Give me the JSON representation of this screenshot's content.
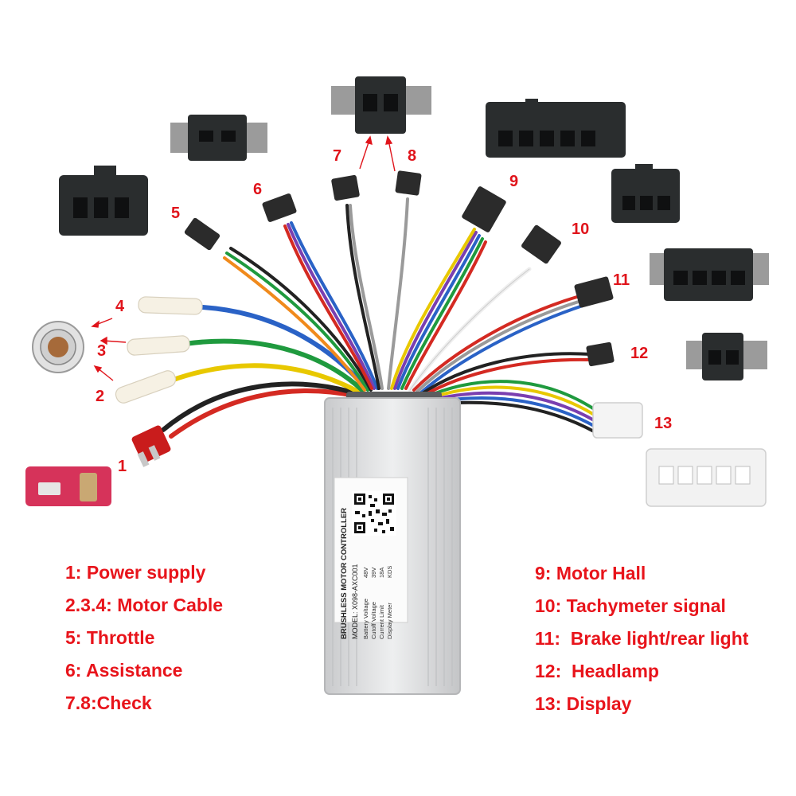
{
  "colors": {
    "label_red": "#e8141b",
    "wire_red": "#d42a22",
    "wire_black": "#222222",
    "wire_yellow": "#e8c800",
    "wire_green": "#1f9a3e",
    "wire_blue": "#2a62c6",
    "wire_purple": "#7a3fb0",
    "wire_orange": "#f08a1c",
    "wire_gray": "#9a9a9a",
    "wire_white": "#eeeeee",
    "housing_black": "#2a2d2e",
    "controller_silver": "#d9dadc"
  },
  "callouts": [
    "1",
    "2",
    "3",
    "4",
    "5",
    "6",
    "7",
    "8",
    "9",
    "10",
    "11",
    "12",
    "13"
  ],
  "controller_label": {
    "title": "BRUSHLESS MOTOR CONTROLLER",
    "model": "MODEL: X098-AXC001",
    "specs": [
      {
        "name": "Battery Voltage",
        "value": "48V"
      },
      {
        "name": "Cutoff Voltage",
        "value": "39V"
      },
      {
        "name": "Current Limit",
        "value": "18A"
      },
      {
        "name": "Display Meter",
        "value": "KDS"
      }
    ]
  },
  "legend_left": [
    "1: Power supply",
    "2.3.4: Motor Cable",
    "5: Throttle",
    "6: Assistance",
    "7.8:Check"
  ],
  "legend_right": [
    "9: Motor Hall",
    "10: Tachymeter signal",
    "11:  Brake light/rear light",
    "12:  Headlamp",
    "13: Display"
  ]
}
